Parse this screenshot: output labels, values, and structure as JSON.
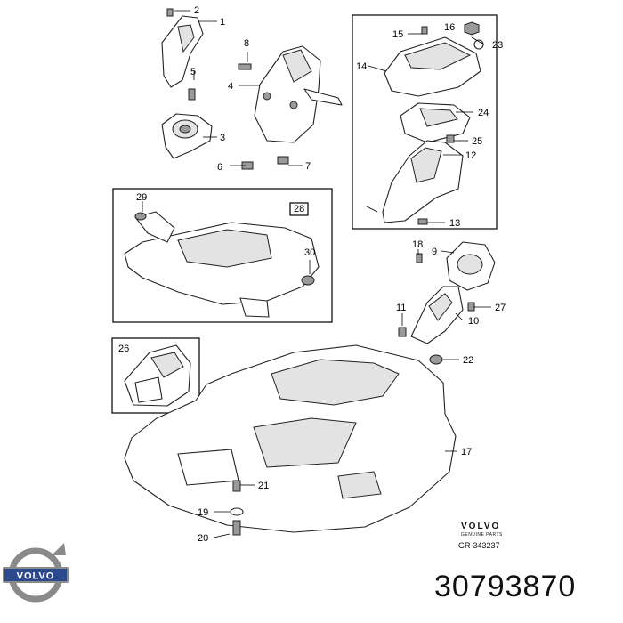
{
  "callouts": [
    "1",
    "2",
    "3",
    "4",
    "5",
    "6",
    "7",
    "8",
    "9",
    "10",
    "11",
    "12",
    "13",
    "14",
    "15",
    "16",
    "17",
    "18",
    "19",
    "20",
    "21",
    "22",
    "23",
    "24",
    "25",
    "26",
    "27",
    "28",
    "29",
    "30"
  ],
  "brand": {
    "name": "VOLVO",
    "subtitle": "GENUINE PARTS",
    "reference": "GR-343237",
    "logo_text": "VOLVO",
    "colors": {
      "logo_ring": "#8a8a8a",
      "logo_band": "#2b4a8c",
      "logo_text": "#ffffff"
    }
  },
  "part_number": "30793870"
}
